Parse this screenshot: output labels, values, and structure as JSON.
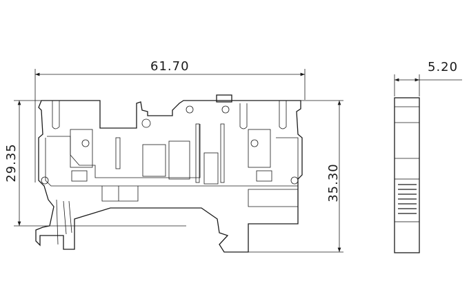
{
  "drawing": {
    "front_view": {
      "width_dim": "61.70",
      "left_height_dim": "29.35",
      "right_height_dim": "35.30"
    },
    "side_view": {
      "thickness_dim": "5.20"
    },
    "colors": {
      "line": "#1a1a1a",
      "background": "#ffffff"
    }
  }
}
